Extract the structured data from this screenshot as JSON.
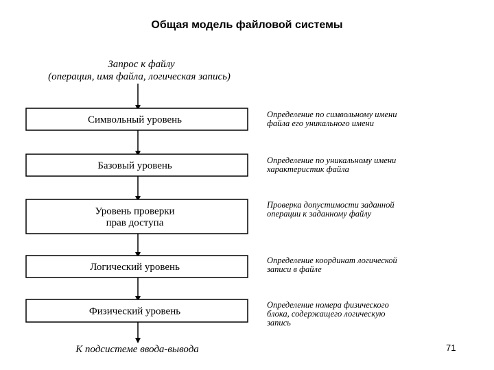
{
  "title": "Общая модель файловой системы",
  "request": {
    "line1": "Запрос к файлу",
    "line2": "(операция, имя файла, логическая запись)"
  },
  "levels": [
    {
      "box": [
        "Символьный уровень"
      ],
      "desc": [
        "Определение по символьному имени",
        "файла его уникального имени"
      ]
    },
    {
      "box": [
        "Базовый уровень"
      ],
      "desc": [
        "Определение по уникальному имени",
        "характеристик файла"
      ]
    },
    {
      "box": [
        "Уровень проверки",
        "прав доступа"
      ],
      "desc": [
        "Проверка допустимости заданной",
        "операции к заданному файлу"
      ]
    },
    {
      "box": [
        "Логический уровень"
      ],
      "desc": [
        "Определение координат логической",
        "записи в файле"
      ]
    },
    {
      "box": [
        "Физический уровень"
      ],
      "desc": [
        "Определение номера физического",
        "блока, содержащего логическую",
        "запись"
      ]
    }
  ],
  "output": "К подсистеме ввода-вывода",
  "page_number": "71"
}
